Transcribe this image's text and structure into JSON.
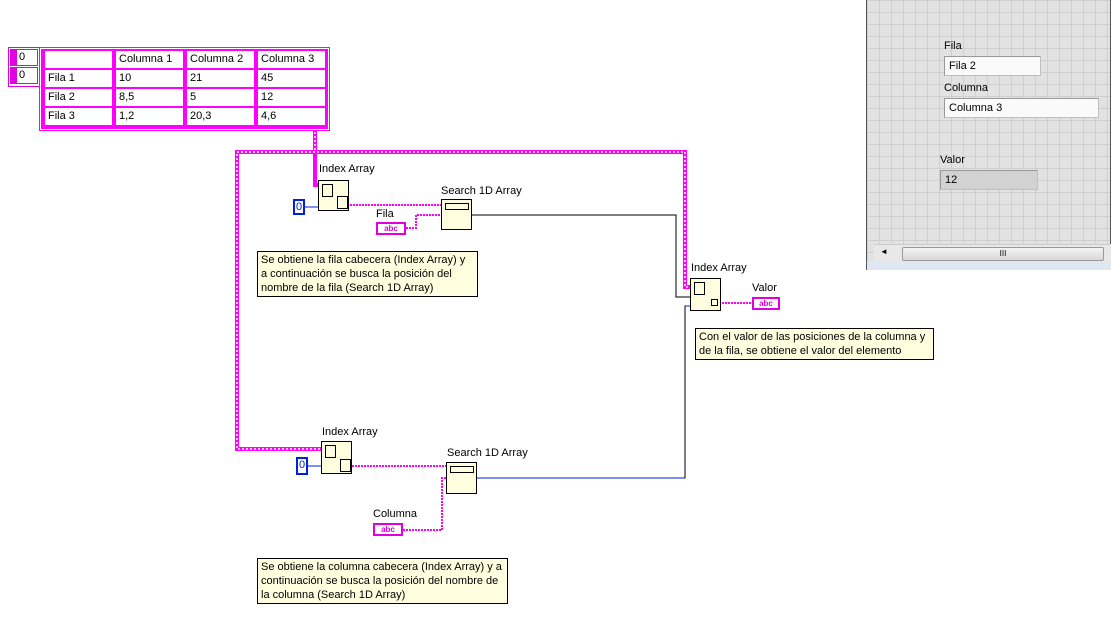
{
  "table": {
    "index_values": [
      "0",
      "0"
    ],
    "header": [
      "",
      "Columna 1",
      "Columna 2",
      "Columna 3"
    ],
    "rows": [
      [
        "Fila 1",
        "10",
        "21",
        "45"
      ],
      [
        "Fila 2",
        "8,5",
        "5",
        "12"
      ],
      [
        "Fila 3",
        "1,2",
        "20,3",
        "4,6"
      ]
    ]
  },
  "nodes": {
    "index_array_1": "Index Array",
    "index_array_2": "Index Array",
    "index_array_3": "Index Array",
    "search_1": "Search 1D Array",
    "search_2": "Search 1D Array",
    "const_zero": "0",
    "fila_label": "Fila",
    "columna_label": "Columna",
    "valor_label": "Valor",
    "abc": "abc"
  },
  "comments": {
    "c1": "Se obtiene la fila cabecera (Index Array) y a continuación se busca la posición del nombre de la fila (Search 1D Array)",
    "c2": "Con el valor de las posiciones de la columna y de la fila, se obtiene el valor del elemento",
    "c3": "Se obtiene la columna cabecera (Index Array) y a continuación se busca la posición del nombre de la columna (Search 1D Array)"
  },
  "front_panel": {
    "fila_label": "Fila",
    "fila_value": "Fila 2",
    "columna_label": "Columna",
    "columna_value": "Columna 3",
    "valor_label": "Valor",
    "valor_value": "12",
    "scroll_grip": "III"
  },
  "colors": {
    "string_wire": "#ff00ff",
    "int_wire": "#0020e0",
    "node_bg": "#ffffe0"
  }
}
